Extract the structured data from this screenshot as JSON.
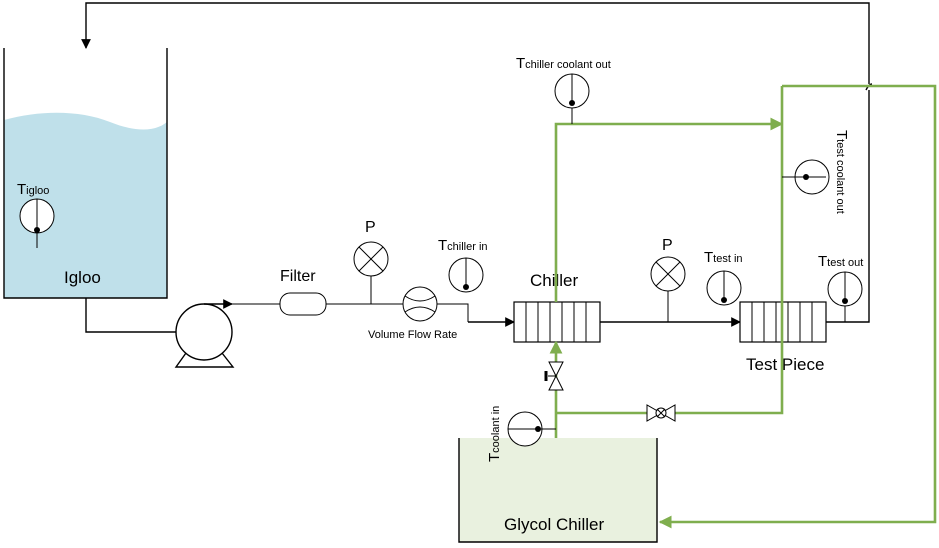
{
  "colors": {
    "water": "#bfe0ea",
    "glycol_fill": "#e9f1df",
    "green_line": "#7fae4e",
    "pipe": "#000000"
  },
  "labels": {
    "igloo": "Igloo",
    "filter": "Filter",
    "volume_flow_rate": "Volume Flow Rate",
    "chiller": "Chiller",
    "test_piece": "Test Piece",
    "glycol_chiller": "Glycol Chiller",
    "pressure_1": "P",
    "pressure_2": "P"
  },
  "temperature_sensors": {
    "igloo": {
      "main": "T",
      "sub": "igloo"
    },
    "chiller_in": {
      "main": "T",
      "sub": "chiller in"
    },
    "chiller_coolant_out": {
      "main": "T",
      "sub": "chiller coolant out"
    },
    "test_coolant_out": {
      "main": "T",
      "sub": "test coolant out"
    },
    "test_in": {
      "main": "T",
      "sub": "test in"
    },
    "test_out": {
      "main": "T",
      "sub": "test out"
    },
    "coolant_in": {
      "main": "T",
      "sub": "coolant in"
    }
  },
  "icons": [
    "pump-icon",
    "filter-icon",
    "pressure-gauge-icon",
    "flow-meter-icon",
    "heat-exchanger-icon",
    "thermometer-icon",
    "valve-icon"
  ]
}
